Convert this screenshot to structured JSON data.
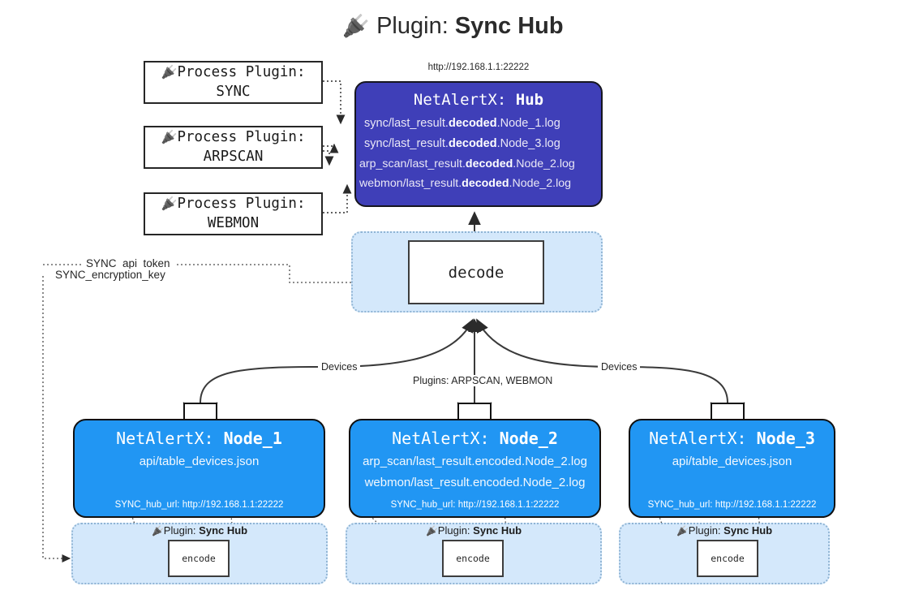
{
  "title": {
    "icon": "plug-icon",
    "prefix": "Plugin:",
    "name": "Sync Hub"
  },
  "hub": {
    "url": "http://192.168.1.1:22222",
    "label_prefix": "NetAlertX:",
    "label_name": "Hub",
    "logs": [
      {
        "pre": "sync/last_result.",
        "em": "decoded",
        "post": ".Node_1.log"
      },
      {
        "pre": "sync/last_result.",
        "em": "decoded",
        "post": ".Node_3.log"
      },
      {
        "pre": "arp_scan/last_result.",
        "em": "decoded",
        "post": ".Node_2.log"
      },
      {
        "pre": "webmon/last_result.",
        "em": "decoded",
        "post": ".Node_2.log"
      }
    ]
  },
  "process_plugins": [
    {
      "icon": "plug-icon",
      "line1": "Process Plugin:",
      "line2": "SYNC"
    },
    {
      "icon": "plug-icon",
      "line1": "Process Plugin:",
      "line2": "ARPSCAN"
    },
    {
      "icon": "plug-icon",
      "line1": "Process Plugin:",
      "line2": "WEBMON"
    }
  ],
  "decode": {
    "label": "decode"
  },
  "tokens": [
    {
      "label": "SYNC_api_token"
    },
    {
      "label": "SYNC_encryption_key"
    }
  ],
  "edge_labels": {
    "left_devices": "Devices",
    "center_plugins": "Plugins: ARPSCAN, WEBMON",
    "right_devices": "Devices"
  },
  "nodes": [
    {
      "icon": "envelope-icon",
      "title_prefix": "NetAlertX:",
      "title_name": "Node_1",
      "lines": [
        "api/table_devices.json"
      ],
      "hub_url": "SYNC_hub_url: http://192.168.1.1:22222",
      "encode": {
        "plugin_label_prefix": "Plugin:",
        "plugin_label_name": "Sync Hub",
        "box_label": "encode"
      }
    },
    {
      "icon": "envelope-icon",
      "title_prefix": "NetAlertX:",
      "title_name": "Node_2",
      "lines": [
        "arp_scan/last_result.encoded.Node_2.log",
        "webmon/last_result.encoded.Node_2.log"
      ],
      "hub_url": "SYNC_hub_url: http://192.168.1.1:22222",
      "encode": {
        "plugin_label_prefix": "Plugin:",
        "plugin_label_name": "Sync Hub",
        "box_label": "encode"
      }
    },
    {
      "icon": "envelope-icon",
      "title_prefix": "NetAlertX:",
      "title_name": "Node_3",
      "lines": [
        "api/table_devices.json"
      ],
      "hub_url": "SYNC_hub_url: http://192.168.1.1:22222",
      "encode": {
        "plugin_label_prefix": "Plugin:",
        "plugin_label_name": "Sync Hub",
        "box_label": "encode"
      }
    }
  ],
  "colors": {
    "hub_fill": "#3f3fb8",
    "node_fill": "#2196f3",
    "band_fill": "#d4e8fb",
    "band_border": "#8fb4d4",
    "stroke": "#333333",
    "page_bg": "#ffffff"
  }
}
